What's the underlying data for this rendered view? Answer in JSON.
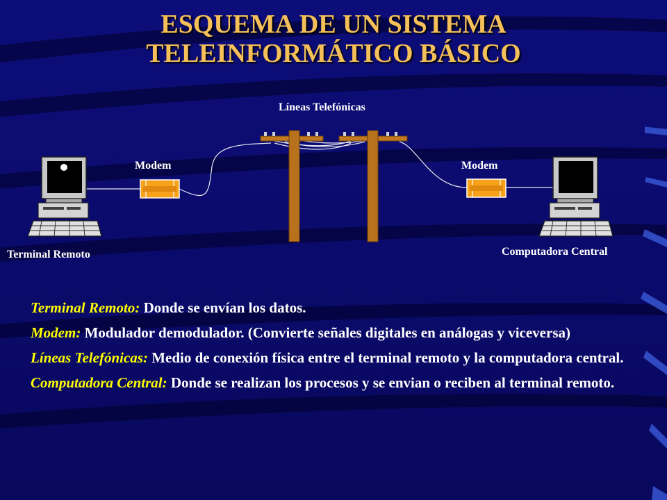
{
  "slide": {
    "title_line1": "ESQUEMA DE UN SISTEMA",
    "title_line2": "TELEINFORMÁTICO BÁSICO"
  },
  "diagram": {
    "lineas_label": "Líneas Telefónicas",
    "modem_left_label": "Modem",
    "modem_right_label": "Modem",
    "terminal_label": "Terminal Remoto",
    "central_label": "Computadora Central"
  },
  "definitions": [
    {
      "term": "Terminal Remoto:",
      "text": " Donde se envían los datos."
    },
    {
      "term": "Modem:",
      "text": " Modulador demodulador. (Convierte señales digitales en análogas y viceversa)"
    },
    {
      "term": "Líneas Telefónicas:",
      "text": " Medio de conexión física entre  el  terminal  remoto   y  la computadora central."
    },
    {
      "term": "Computadora Central:",
      "text": " Donde se realizan los procesos y se envian o reciben al terminal remoto."
    }
  ],
  "colors": {
    "background": "#0a0a6e",
    "title": "#f5c05a",
    "term": "#ffff00",
    "body_text": "#ffffff",
    "pole": "#b8721d",
    "modem": "#f7a21a"
  }
}
